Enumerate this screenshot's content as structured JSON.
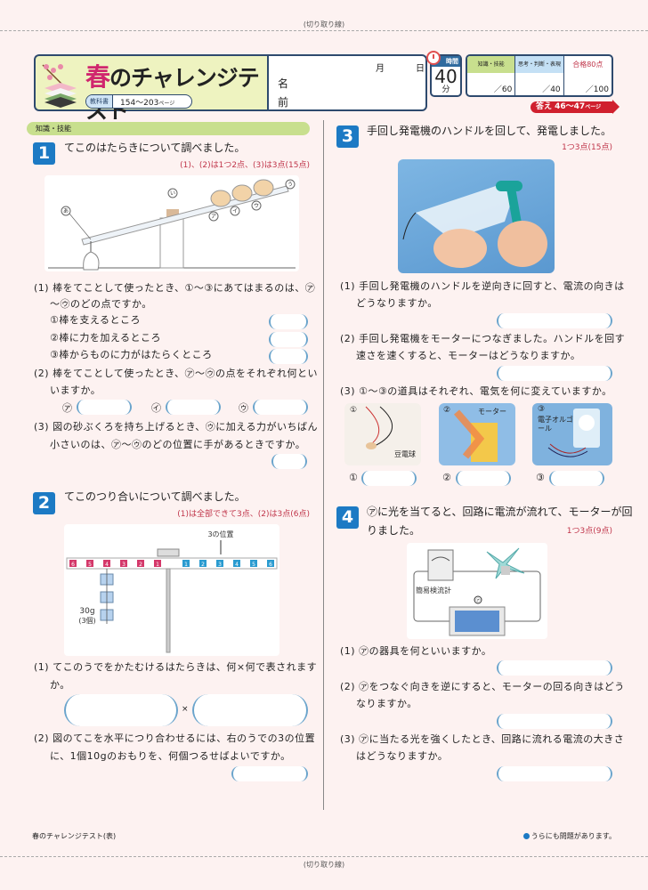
{
  "cut_line_label": "(切り取り線)",
  "header": {
    "title_accent": "春",
    "title_rest": "のチャレンジテスト",
    "textbook_label": "教科書",
    "textbook_pages": "154〜203",
    "textbook_pages_unit": "ページ",
    "month_label": "月",
    "day_label": "日",
    "name_label_1": "名",
    "name_label_2": "前",
    "time_label": "時間",
    "time_value": "40",
    "time_unit": "分",
    "score_columns": [
      {
        "head": "知識・技能",
        "max": "／60",
        "color": "#c8df8e"
      },
      {
        "head": "思考・判断・表現",
        "max": "／40",
        "color": "#c4e0f5"
      },
      {
        "head": "合格80点",
        "max": "／100",
        "color": "#ffffff"
      }
    ],
    "answer_tag": "答え 46〜47",
    "answer_tag_unit": "ページ"
  },
  "section_label": "知識・技能",
  "q1": {
    "num": "1",
    "title": "てこのはたらきについて調べました。",
    "points": "(1)、(2)は1つ2点、(3)は3点(15点)",
    "figure_labels": [
      "あ",
      "い",
      "う",
      "ア",
      "イ",
      "ウ"
    ],
    "sub1": "(1) 棒をてことして使ったとき、①〜③にあてはまるのは、あ〜うのどの点ですか。",
    "sub1_line1": "(1) 棒をてことして使ったとき、①〜③にあてはまるのは、㋐",
    "sub1_line2": "〜㋒のどの点ですか。",
    "sub1_items": [
      "①棒を支えるところ",
      "②棒に力を加えるところ",
      "③棒からものに力がはたらくところ"
    ],
    "sub2_line1": "(2) 棒をてことして使ったとき、㋐〜㋒の点をそれぞれ何とい",
    "sub2_line2": "いますか。",
    "sub2_labels": [
      "㋐",
      "㋑",
      "㋒"
    ],
    "sub3_line1": "(3) 図の砂ぶくろを持ち上げるとき、㋒に加える力がいちばん",
    "sub3_line2": "小さいのは、㋐〜㋒のどの位置に手があるときですか。"
  },
  "q2": {
    "num": "2",
    "title": "てこのつり合いについて調べました。",
    "points": "(1)は全部できて3点、(2)は3点(6点)",
    "figure_pointer_label": "3の位置",
    "left_arm": [
      "6",
      "5",
      "4",
      "3",
      "2",
      "1"
    ],
    "right_arm": [
      "1",
      "2",
      "3",
      "4",
      "5",
      "6"
    ],
    "weight_label_1": "30g",
    "weight_label_2": "(3個)",
    "sub1_line1": "(1) てこのうでをかたむけるはたらきは、何×何で表されます",
    "sub1_line2": "か。",
    "times_sign": "×",
    "sub2_line1": "(2) 図のてこを水平につり合わせるには、右のうでの3の位置",
    "sub2_line2": "に、1個10gのおもりを、何個つるせばよいですか。"
  },
  "q3": {
    "num": "3",
    "title": "手回し発電機のハンドルを回して、発電しました。",
    "points": "1つ3点(15点)",
    "sub1_line1": "(1) 手回し発電機のハンドルを逆向きに回すと、電流の向きは",
    "sub1_line2": "どうなりますか。",
    "sub2_line1": "(2) 手回し発電機をモーターにつなぎました。ハンドルを回す",
    "sub2_line2": "速さを速くすると、モーターはどうなりますか。",
    "sub3_line1": "(3) ①〜③の道具はそれぞれ、電気を何に変えていますか。",
    "tools": [
      {
        "num": "①",
        "label": "豆電球"
      },
      {
        "num": "②",
        "label": "モーター"
      },
      {
        "num": "③",
        "label": "電子オルゴール"
      }
    ],
    "answer_labels": [
      "①",
      "②",
      "③"
    ]
  },
  "q4": {
    "num": "4",
    "title_line1": "㋐に光を当てると、回路に電流が流れて、モーターが回",
    "title_line2": "りました。",
    "points": "1つ3点(9点)",
    "figure_label_meter": "簡易検流計",
    "figure_label_panel": "㋐",
    "sub1_line1": "(1) ㋐の器具を何といいますか。",
    "sub2_line1": "(2) ㋐をつなぐ向きを逆にすると、モーターの回る向きはどう",
    "sub2_line2": "なりますか。",
    "sub3_line1": "(3) ㋐に当たる光を強くしたとき、回路に流れる電流の大きさ",
    "sub3_line2": "はどうなりますか。"
  },
  "footer": {
    "left": "春のチャレンジテスト(表)",
    "right": "うらにも問題があります。"
  }
}
